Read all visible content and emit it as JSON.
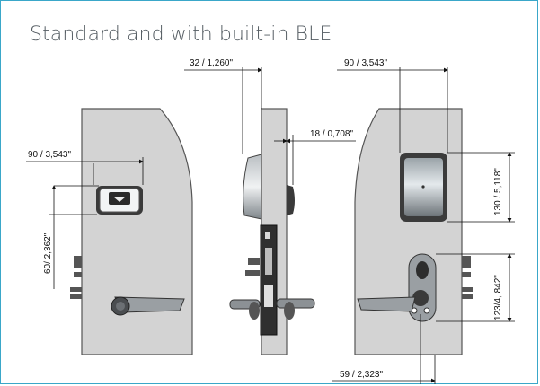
{
  "title": "Standard and with built-in BLE",
  "dimensions": {
    "front_width": "90 / 3,543\"",
    "front_height": "60/ 2,362\"",
    "side_top": "32 / 1,260\"",
    "side_mid": "18 / 0,708\"",
    "back_width": "90 / 3,543\"",
    "back_height": "130 / 5,118\"",
    "back_lower_height": "123/4, 842\"",
    "back_bottom_width": "59 / 2,323\""
  },
  "colors": {
    "border": "#3aa7c9",
    "door": "#d3d3d3",
    "door_stroke": "#555555",
    "lock_dark": "#2d2d2d",
    "text": "#555d63"
  }
}
